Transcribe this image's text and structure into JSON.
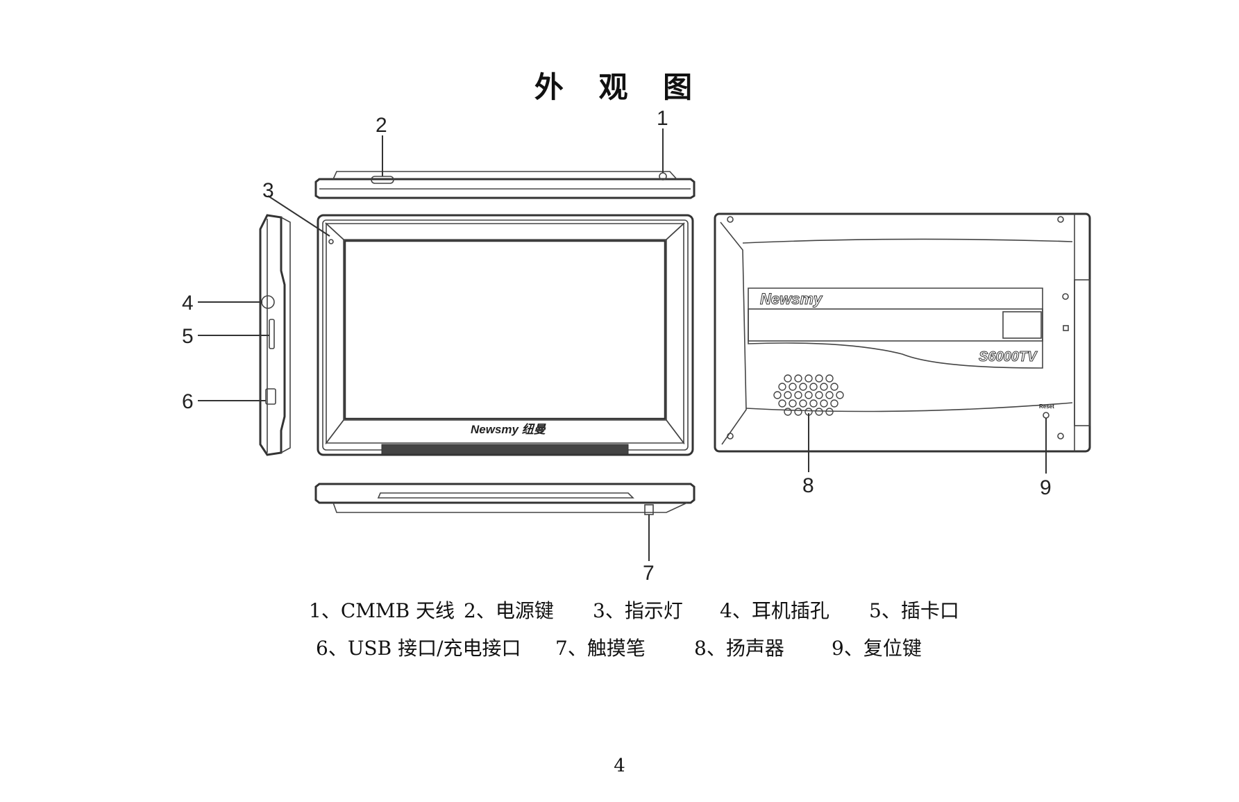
{
  "page": {
    "title": "外 观 图",
    "page_number": "4"
  },
  "figure": {
    "callouts": [
      "1",
      "2",
      "3",
      "4",
      "5",
      "6",
      "7",
      "8",
      "9"
    ],
    "front_logo": "Newsmy 纽曼",
    "back_logo": "Newsmy",
    "back_model": "S6000TV",
    "reset_label": "Reset"
  },
  "legend": {
    "row1": [
      "1、CMMB 天线",
      "2、电源键",
      "3、指示灯",
      "4、耳机插孔",
      "5、插卡口"
    ],
    "row2": [
      "6、USB 接口/充电接口",
      "7、触摸笔",
      "8、扬声器",
      "9、复位键"
    ]
  }
}
